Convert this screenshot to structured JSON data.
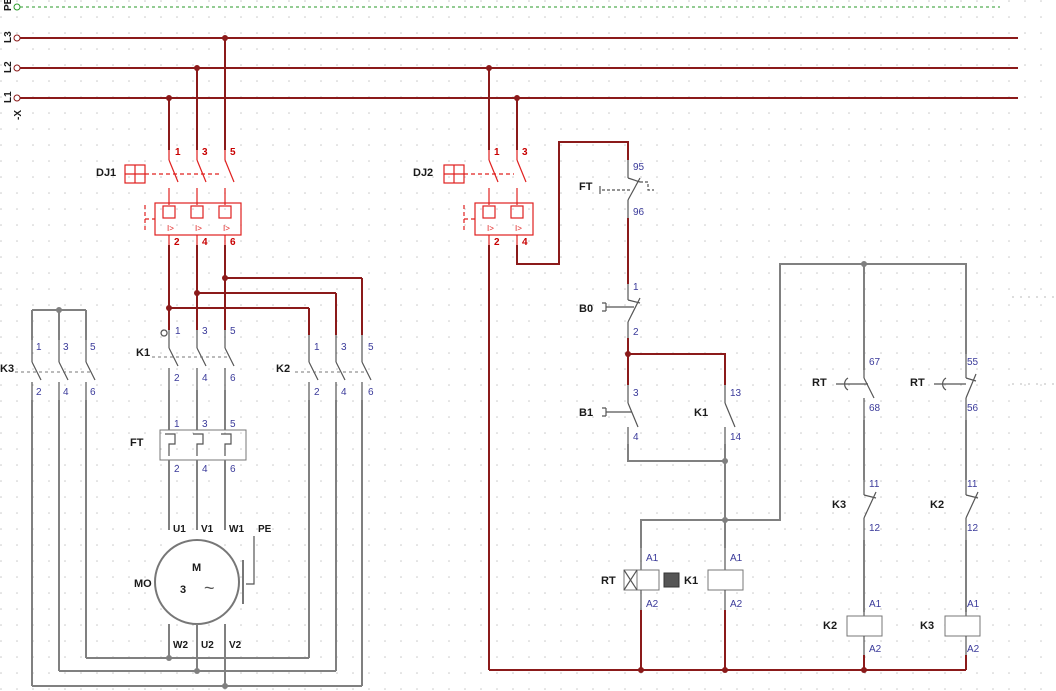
{
  "bus": {
    "pe": "PE",
    "l3": "L3",
    "l2": "L2",
    "l1": "L1",
    "x": "-X"
  },
  "breakers": {
    "dj1": {
      "label": "DJ1",
      "top_pins": [
        "1",
        "3",
        "5"
      ],
      "bottom_pins": [
        "2",
        "4",
        "6"
      ]
    },
    "dj2": {
      "label": "DJ2",
      "top_pins": [
        "1",
        "3"
      ],
      "bottom_pins": [
        "2",
        "4"
      ]
    }
  },
  "power": {
    "k1": {
      "label": "K1",
      "top_pins": [
        "1",
        "3",
        "5"
      ],
      "bottom_pins": [
        "2",
        "4",
        "6"
      ]
    },
    "k2": {
      "label": "K2",
      "top_pins": [
        "1",
        "3",
        "5"
      ],
      "bottom_pins": [
        "2",
        "4",
        "6"
      ]
    },
    "k3": {
      "label": "K3",
      "top_pins": [
        "1",
        "3",
        "5"
      ],
      "bottom_pins": [
        "2",
        "4",
        "6"
      ]
    },
    "ft": {
      "label": "FT",
      "top_pins": [
        "1",
        "3",
        "5"
      ],
      "bottom_pins": [
        "2",
        "4",
        "6"
      ]
    }
  },
  "motor": {
    "label": "MO",
    "name": "M",
    "phases": "3",
    "symbol": "~",
    "top_terminals": [
      "U1",
      "V1",
      "W1",
      "PE"
    ],
    "bottom_terminals": [
      "W2",
      "U2",
      "V2"
    ]
  },
  "control": {
    "ft": {
      "label": "FT",
      "pins": [
        "95",
        "96"
      ]
    },
    "b0": {
      "label": "B0",
      "pins": [
        "1",
        "2"
      ]
    },
    "b1": {
      "label": "B1",
      "pins": [
        "3",
        "4"
      ]
    },
    "k1_aux": {
      "label": "K1",
      "pins": [
        "13",
        "14"
      ]
    },
    "rt_a": {
      "label": "RT",
      "pins": [
        "67",
        "68"
      ]
    },
    "rt_b": {
      "label": "RT",
      "pins": [
        "55",
        "56"
      ]
    },
    "k3_nc": {
      "label": "K3",
      "pins": [
        "11",
        "12"
      ]
    },
    "k2_nc": {
      "label": "K2",
      "pins": [
        "11",
        "12"
      ]
    },
    "coil_rt": {
      "label": "RT",
      "pins": [
        "A1",
        "A2"
      ]
    },
    "coil_k1": {
      "label": "K1",
      "pins": [
        "A1",
        "A2"
      ]
    },
    "coil_k2": {
      "label": "K2",
      "pins": [
        "A1",
        "A2"
      ]
    },
    "coil_k3": {
      "label": "K3",
      "pins": [
        "A1",
        "A2"
      ]
    }
  },
  "colors": {
    "bus": "#8b1a1a",
    "wire": "#808080",
    "breaker": "#e0201f",
    "pe": "#2a9a2a"
  }
}
